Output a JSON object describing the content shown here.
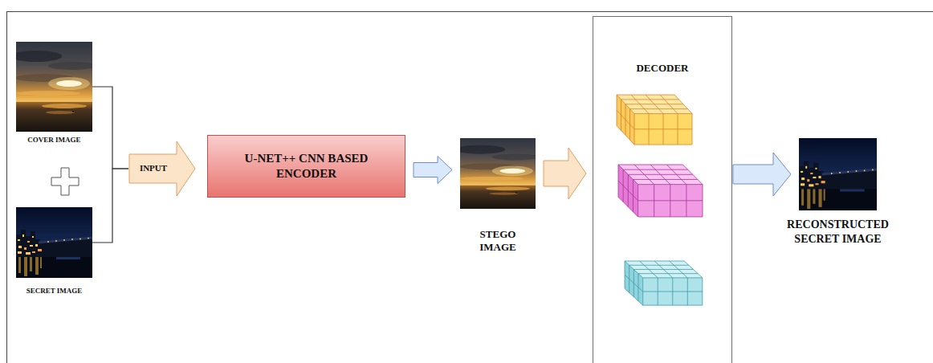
{
  "diagram": {
    "nodes": [
      {
        "text": [
          "COVER IMAGE"
        ]
      },
      {
        "text": [
          "SECRET IMAGE"
        ]
      },
      {
        "text": [
          "INPUT"
        ]
      },
      {
        "text": [
          "U-NET++ CNN BASED ENCODER"
        ]
      },
      {
        "text": [
          "STEGO IMAGE"
        ]
      },
      {
        "text": [
          "DECODER"
        ]
      },
      {
        "text": [
          "RECONSTRUCTED SECRET IMAGE"
        ]
      }
    ],
    "edges": [
      {
        "from": 0,
        "to": 2,
        "arrow": "none"
      },
      {
        "from": 1,
        "to": 2,
        "arrow": "none"
      },
      {
        "from": 3,
        "to": 4,
        "arrow": "to"
      },
      {
        "from": 4,
        "to": 5,
        "arrow": "to"
      },
      {
        "from": 5,
        "to": 6,
        "arrow": "to"
      }
    ]
  }
}
